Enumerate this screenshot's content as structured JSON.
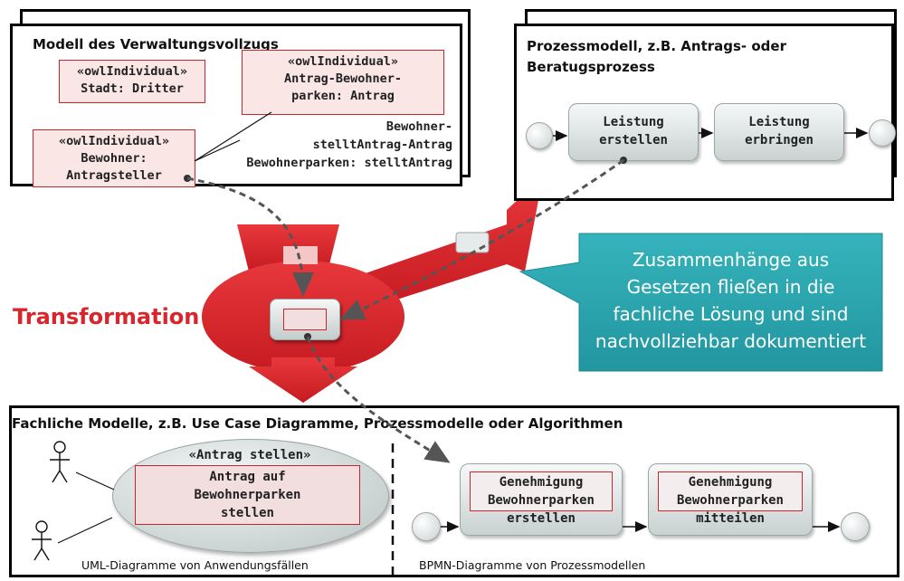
{
  "top_left": {
    "title": "Modell des Verwaltungsvollzugs",
    "box1": {
      "stereotype": "«owlIndividual»",
      "line1": "Stadt: Dritter"
    },
    "box2": {
      "stereotype": "«owlIndividual»",
      "line1": "Antrag-Bewohner-",
      "line2": "parken: Antrag"
    },
    "box3": {
      "stereotype": "«owlIndividual»",
      "line1": "Bewohner:",
      "line2": "Antragsteller"
    },
    "relation": {
      "line1": "Bewohner-",
      "line2": "stelltAntrag-Antrag",
      "line3": "Bewohnerparken: stelltAntrag"
    }
  },
  "top_right": {
    "title_line1": "Prozessmodell, z.B. Antrags- oder",
    "title_line2": "Beratugsprozess",
    "task1": {
      "line1": "Leistung",
      "line2": "erstellen"
    },
    "task2": {
      "line1": "Leistung",
      "line2": "erbringen"
    }
  },
  "transformation_label": "Transformation",
  "callout": {
    "line1": "Zusammenhänge aus",
    "line2": "Gesetzen fließen in die",
    "line3": "fachliche Lösung und sind",
    "line4": "nachvollziehbar dokumentiert"
  },
  "bottom": {
    "title": "Fachliche Modelle, z.B. Use Case Diagramme, Prozessmodelle oder Algorithmen",
    "usecase": {
      "stereotype": "«Antrag stellen»",
      "line1": "Antrag auf",
      "line2": "Bewohnerparken",
      "line3": "stellen"
    },
    "caption_left": "UML-Diagramme von Anwendungsfällen",
    "caption_right": "BPMN-Diagramme von Prozessmodellen",
    "task1": {
      "line1": "Genehmigung",
      "line2": "Bewohnerparken",
      "line3": "erstellen"
    },
    "task2": {
      "line1": "Genehmigung",
      "line2": "Bewohnerparken",
      "line3": "mitteilen"
    }
  },
  "colors": {
    "accent_red": "#d9262c",
    "callout_teal": "#2aa6b0",
    "box_border": "#c8262a"
  }
}
